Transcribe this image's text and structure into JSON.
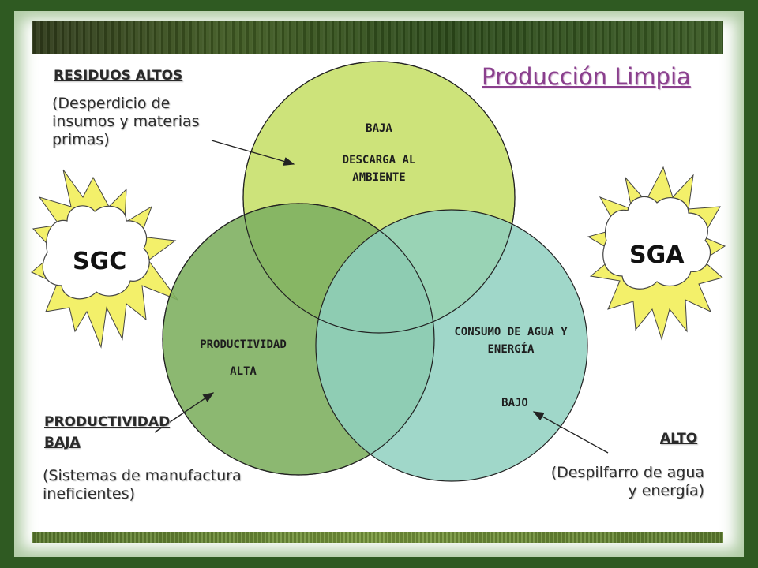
{
  "title": "Producción Limpia",
  "top": {
    "label": "BAJA",
    "text": "DESCARGA AL AMBIENTE"
  },
  "left": {
    "label": "PRODUCTIVIDAD",
    "text": "ALTA"
  },
  "right": {
    "text": "CONSUMO DE AGUA Y ENERGÍA",
    "label": "BAJO"
  },
  "badges": {
    "left": "SGC",
    "right": "SGA"
  },
  "notes": {
    "top_left": {
      "heading": "RESIDUOS ALTOS",
      "description": "(Desperdicio de insumos y materias primas)"
    },
    "bottom_left": {
      "heading": "PRODUCTIVIDAD BAJA",
      "description": "(Sistemas de manufactura ineficientes)"
    },
    "bottom_right": {
      "heading": "ALTO",
      "description": "(Despilfarro de agua y energía)"
    }
  },
  "colors": {
    "top_circle": "#cde37a",
    "left_circle": "#8fbb78",
    "right_circle": "#9dd5c8",
    "title": "#8a3f8d",
    "frame": "#2f5a22"
  }
}
